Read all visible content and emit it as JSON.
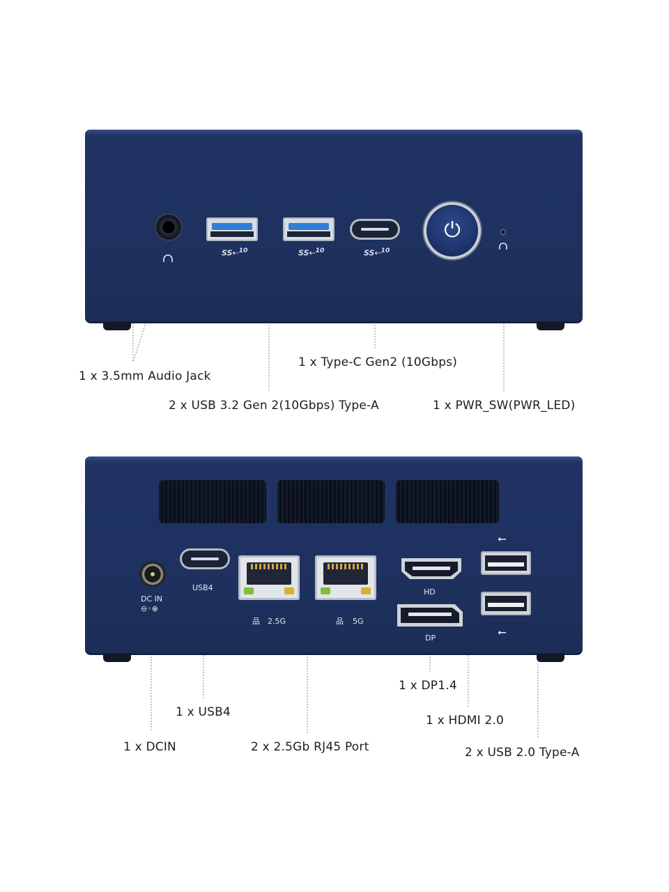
{
  "front_panel": {
    "labels": {
      "audio": "1 x 3.5mm Audio Jack",
      "usb_a": "2 x USB 3.2 Gen 2(10Gbps)  Type-A",
      "type_c": "1 x Type-C Gen2 (10Gbps)",
      "power": "1 x PWR_SW(PWR_LED)"
    },
    "icons": [
      "headphone-icon",
      "superspeed-10-icon",
      "power-icon",
      "led-icon"
    ]
  },
  "rear_panel": {
    "port_markings": {
      "dc_in": "DC IN",
      "usb4": "USB4",
      "lan1": "2.5G",
      "lan2": "5G",
      "hdmi": "HD",
      "dp": "DP"
    },
    "labels": {
      "dcin": "1 x DCIN",
      "usb4": "1 x USB4",
      "rj45": "2 x 2.5Gb RJ45 Port",
      "dp": "1 x DP1.4",
      "hdmi": "1 x HDMI 2.0",
      "usb2": "2 x USB 2.0 Type-A"
    },
    "icons": [
      "dc-polarity-icon",
      "network-icon",
      "usb-trident-icon"
    ]
  },
  "colors": {
    "chassis": "#1f3263",
    "accent_usb3": "#2f7fd8",
    "text": "#1d1d1d"
  }
}
